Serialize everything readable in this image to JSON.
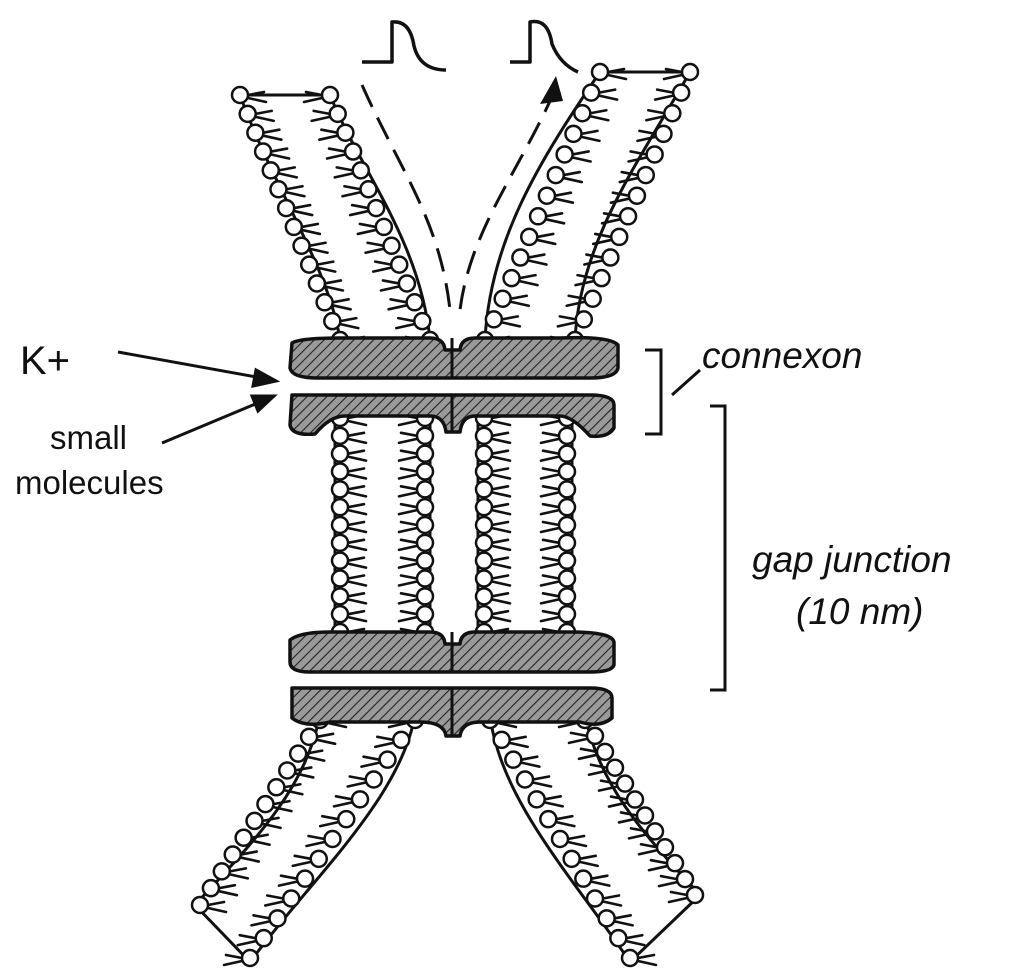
{
  "labels": {
    "k_ion": "K+",
    "small": "small",
    "molecules": "molecules",
    "connexon": "connexon",
    "gap_junction": "gap junction",
    "gap_size": "(10 nm)"
  },
  "colors": {
    "ink": "#111111",
    "paper": "#ffffff",
    "protein_fill": "#8a8a8a"
  },
  "icons": {
    "action_potential_in": "action-potential-trace-icon",
    "action_potential_out": "action-potential-trace-icon"
  }
}
